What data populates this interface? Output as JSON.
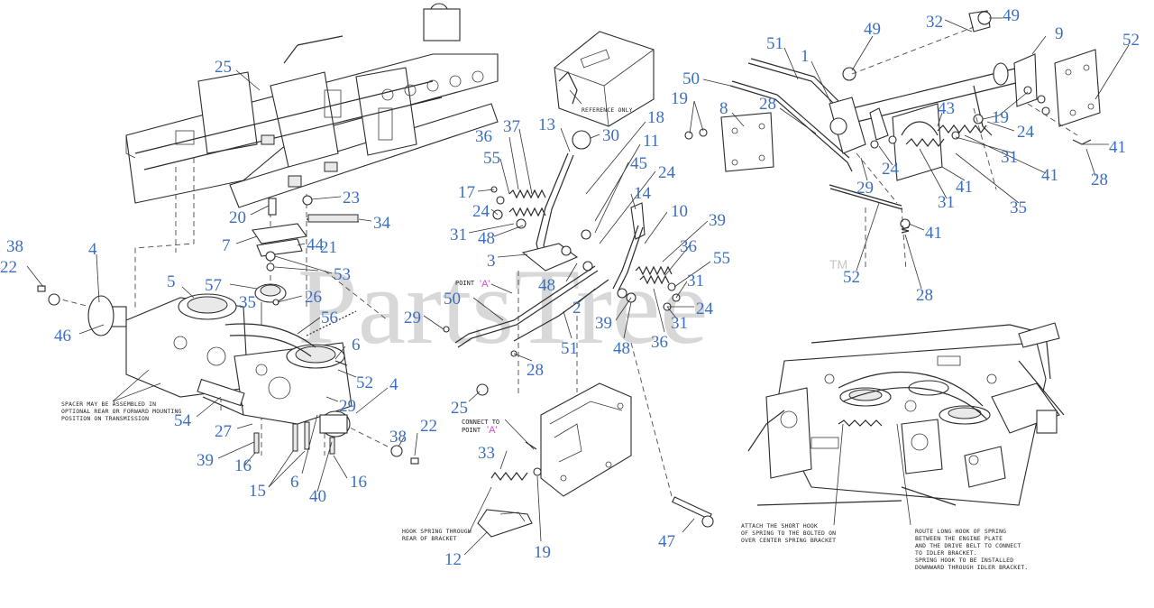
{
  "watermark": {
    "text": "PartsTree",
    "trademark": "TM"
  },
  "notes": {
    "spacer": [
      "SPACER MAY BE ASSEMBLED IN",
      "OPTIONAL REAR OR FORWARD MOUNTING",
      "POSITION ON TRANSMISSION"
    ],
    "reference": "REFERENCE ONLY",
    "point_a_label": "POINT",
    "point_a_letter": "'A'",
    "connect_to": [
      "CONNECT TO",
      "POINT"
    ],
    "hook_spring": [
      "HOOK SPRING THROUGH",
      "REAR OF BRACKET"
    ],
    "short_hook": [
      "ATTACH THE SHORT HOOK",
      "OF SPRING TO THE BOLTED ON",
      "OVER CENTER SPRING BRACKET"
    ],
    "long_hook": [
      "ROUTE LONG HOOK OF SPRING",
      "BETWEEN THE ENGINE PLATE",
      "AND THE DRIVE BELT TO CONNECT",
      "TO IDLER BRACKET.",
      "SPRING HOOK TO BE INSTALLED",
      "DOWNWARD THROUGH IDLER BRACKET."
    ]
  },
  "callouts": {
    "c25a": "25",
    "c20": "20",
    "c23": "23",
    "c34": "34",
    "c7": "7",
    "c44": "44",
    "c21": "21",
    "c53": "53",
    "c38a": "38",
    "c22a": "22",
    "c4a": "4",
    "c5": "5",
    "c57": "57",
    "c35a": "35",
    "c26": "26",
    "c56": "56",
    "c46": "46",
    "c6a": "6",
    "c52a": "52",
    "c29a": "29",
    "c4b": "4",
    "c54": "54",
    "c27": "27",
    "c38b": "38",
    "c22b": "22",
    "c39a": "39",
    "c16a": "16",
    "c15": "15",
    "c6b": "6",
    "c40": "40",
    "c16b": "16",
    "c13": "13",
    "c30": "30",
    "c18": "18",
    "c37": "37",
    "c36a": "36",
    "c11": "11",
    "c55a": "55",
    "c45": "45",
    "c24a": "24",
    "c17": "17",
    "c24b": "24",
    "c14": "14",
    "c10": "10",
    "c39b": "39",
    "c31a": "31",
    "c48a": "48",
    "c3": "3",
    "c36b": "36",
    "c55b": "55",
    "c48b": "48",
    "c31b": "31",
    "c50a": "50",
    "c2": "2",
    "c24c": "24",
    "c29b": "29",
    "c39c": "39",
    "c31c": "31",
    "c51a": "51",
    "c48c": "48",
    "c36c": "36",
    "c28a": "28",
    "c25b": "25",
    "c33": "33",
    "c19a": "19",
    "c12": "12",
    "c47": "47",
    "c32": "32",
    "c49a": "49",
    "c49b": "49",
    "c9": "9",
    "c52b": "52",
    "c51b": "51",
    "c1": "1",
    "c50b": "50",
    "c19b": "19",
    "c8": "8",
    "c28b": "28",
    "c43": "43",
    "c19c": "19",
    "c24d": "24",
    "c31d": "31",
    "c41a": "41",
    "c28c": "28",
    "c24e": "24",
    "c29c": "29",
    "c31e": "31",
    "c41b": "41",
    "c41c": "41",
    "c35b": "35",
    "c41d": "41",
    "c52c": "52",
    "c28d": "28"
  }
}
